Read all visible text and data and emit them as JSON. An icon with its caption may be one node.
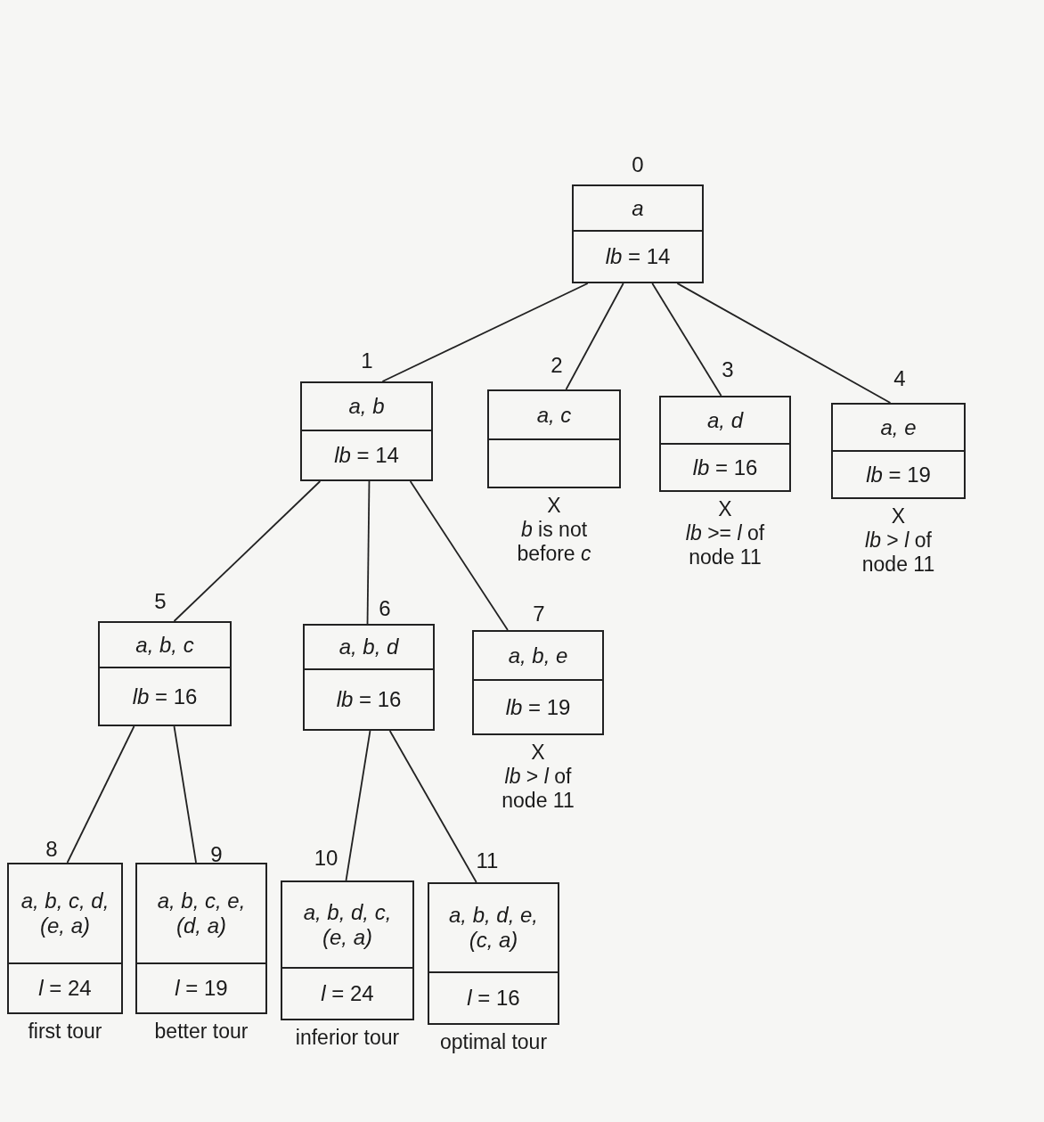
{
  "diagram": {
    "nodes": [
      {
        "text": [
          "0",
          "a",
          "*lb* = 14"
        ]
      },
      {
        "text": [
          "1",
          "a, b",
          "*lb* = 14"
        ]
      },
      {
        "text": [
          "2",
          "a, c"
        ],
        "beside": [
          "X",
          "*b* is not before *c*"
        ]
      },
      {
        "text": [
          "3",
          "a, d",
          "*lb* = 16"
        ],
        "beside": [
          "X",
          "*lb* >= *l* of node 11"
        ]
      },
      {
        "text": [
          "4",
          "a, e",
          "*lb* = 19"
        ],
        "beside": [
          "X",
          "*lb* > *l* of node 11"
        ]
      },
      {
        "text": [
          "5",
          "a, b, c",
          "*lb* = 16"
        ]
      },
      {
        "text": [
          "6",
          "a, b, d",
          "*lb* = 16"
        ]
      },
      {
        "text": [
          "7",
          "a, b, e",
          "*lb* = 19"
        ],
        "beside": [
          "X",
          "*lb* > *l* of node 11"
        ]
      },
      {
        "text": [
          "8",
          "a, b, c, d, (e, a)",
          "*l* = 24"
        ],
        "beside": [
          "first tour"
        ]
      },
      {
        "text": [
          "9",
          "a, b, c, e, (d, a)",
          "*l* = 19"
        ],
        "beside": [
          "better tour"
        ]
      },
      {
        "text": [
          "10",
          "a, b, d, c, (e, a)",
          "*l* = 24"
        ],
        "beside": [
          "inferior tour"
        ]
      },
      {
        "text": [
          "11",
          "a, b, d, e, (c, a)",
          "*l* = 16"
        ],
        "beside": [
          "optimal tour"
        ]
      }
    ],
    "edges": [
      {
        "from": 0,
        "to": 1,
        "arrow": "none"
      },
      {
        "from": 0,
        "to": 2,
        "arrow": "none"
      },
      {
        "from": 0,
        "to": 3,
        "arrow": "none"
      },
      {
        "from": 0,
        "to": 4,
        "arrow": "none"
      },
      {
        "from": 1,
        "to": 5,
        "arrow": "none"
      },
      {
        "from": 1,
        "to": 6,
        "arrow": "none"
      },
      {
        "from": 1,
        "to": 7,
        "arrow": "none"
      },
      {
        "from": 5,
        "to": 8,
        "arrow": "none"
      },
      {
        "from": 5,
        "to": 9,
        "arrow": "none"
      },
      {
        "from": 6,
        "to": 10,
        "arrow": "none"
      },
      {
        "from": 6,
        "to": 11,
        "arrow": "none"
      }
    ]
  }
}
